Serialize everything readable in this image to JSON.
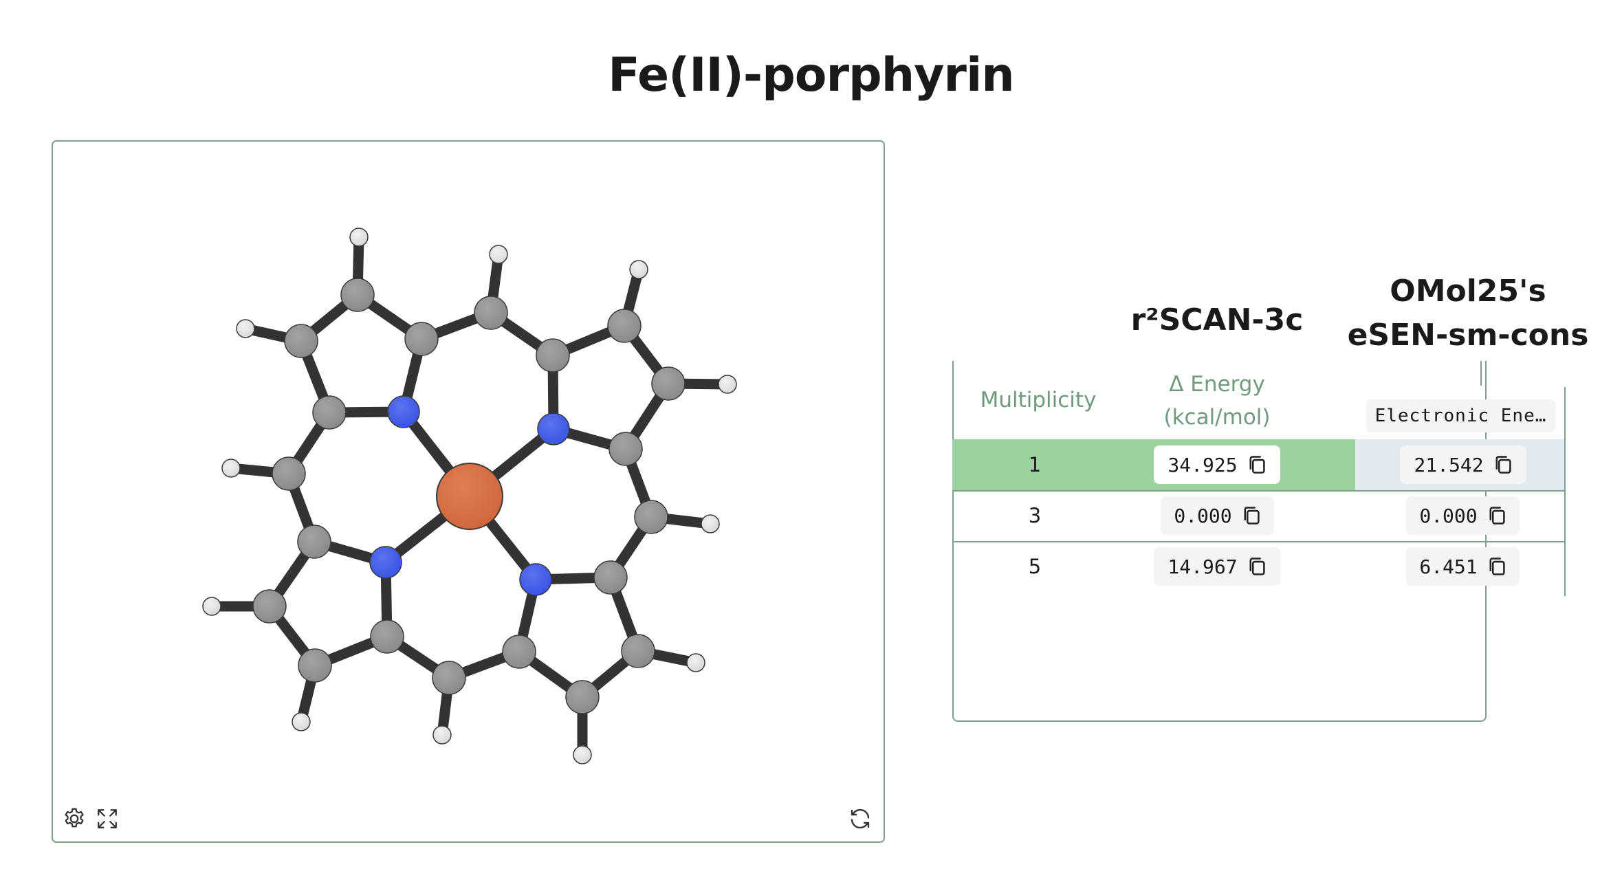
{
  "page": {
    "title": "Fe(II)-porphyrin"
  },
  "viewer": {
    "settings_icon": "gear-icon",
    "fullscreen_icon": "expand-icon",
    "reset_icon": "refresh-icon"
  },
  "colors": {
    "carbon": "#8a8a8a",
    "nitrogen": "#3b55e6",
    "hydrogen": "#f2f2f2",
    "iron": "#d0683c",
    "bond": "#333333",
    "accent_green": "#9bd3a0",
    "selected_blue": "#e2e9f0",
    "border": "#7fa08c"
  },
  "table": {
    "columns": [
      {
        "title": "",
        "subtitle": "Multiplicity"
      },
      {
        "title": "r²SCAN-3c",
        "subtitle_line1": "Δ Energy",
        "subtitle_line2": "(kcal/mol)"
      },
      {
        "title_line1": "OMol25's",
        "title_line2": "eSEN-sm-cons",
        "subtitle": "Electronic Ene…"
      }
    ],
    "rows": [
      {
        "multiplicity": "1",
        "r2scan": "34.925",
        "esen": "21.542",
        "highlighted": true
      },
      {
        "multiplicity": "3",
        "r2scan": "0.000",
        "esen": "0.000",
        "highlighted": false
      },
      {
        "multiplicity": "5",
        "r2scan": "14.967",
        "esen": "6.451",
        "highlighted": false
      }
    ]
  }
}
